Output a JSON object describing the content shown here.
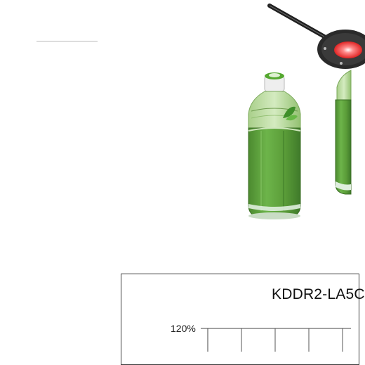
{
  "product_photo": {
    "bottle_icon": "green-bottle",
    "light_icon": "ring-light"
  },
  "chart": {
    "title": "KDDR2-LA5C",
    "y_tick_top": "120%"
  },
  "colors": {
    "bottle_green": "#5f9e3c",
    "bottle_dark": "#3f7a2a",
    "label_light": "#a8cf86",
    "light_red": "#ff3b3b",
    "light_body": "#222222"
  }
}
